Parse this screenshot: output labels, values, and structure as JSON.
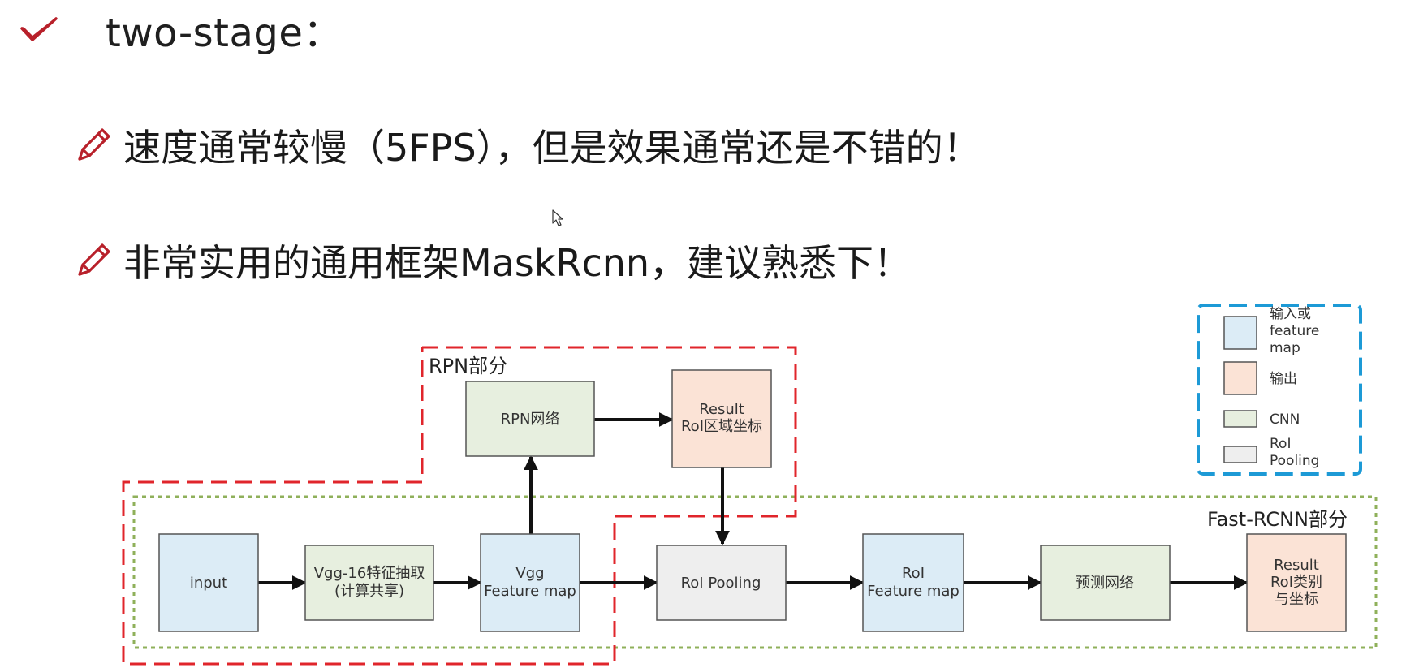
{
  "heading": "two-stage：",
  "bullets": [
    "速度通常较慢（5FPS），但是效果通常还是不错的！",
    "非常实用的通用框架MaskRcnn，建议熟悉下！"
  ],
  "icons": {
    "heading_marker": "checkmark-icon",
    "bullet_marker": "pencil-icon",
    "pointer": "mouse-cursor-icon"
  },
  "colors": {
    "accent": "#b8202a",
    "rpn_region": "#e0252b",
    "fast_rcnn_region": "#8fb05a",
    "legend_border": "#1d9ad6",
    "box_border": "#555555",
    "input_fill": "#dcecf6",
    "output_fill": "#fbe3d6",
    "cnn_fill": "#e7efdf",
    "roi_fill": "#eeeeee"
  },
  "diagram": {
    "regions": {
      "rpn": "RPN部分",
      "fast_rcnn": "Fast-RCNN部分"
    },
    "boxes": {
      "input": [
        "input"
      ],
      "vgg16": [
        "Vgg-16特征抽取",
        "(计算共享)"
      ],
      "vgg_fm": [
        "Vgg",
        "Feature map"
      ],
      "rpn_net": [
        "RPN网络"
      ],
      "rpn_result": [
        "Result",
        "RoI区域坐标"
      ],
      "roi_pool": [
        "RoI Pooling"
      ],
      "roi_fm": [
        "RoI",
        "Feature map"
      ],
      "pred_net": [
        "预测网络"
      ],
      "final_result": [
        "Result",
        "RoI类别",
        "与坐标"
      ]
    },
    "legend": [
      {
        "kind": "input",
        "label": [
          "输入或",
          "feature",
          "map"
        ]
      },
      {
        "kind": "output",
        "label": [
          "输出"
        ]
      },
      {
        "kind": "cnn",
        "label": [
          "CNN"
        ]
      },
      {
        "kind": "roi",
        "label": [
          "RoI",
          "Pooling"
        ]
      }
    ]
  }
}
